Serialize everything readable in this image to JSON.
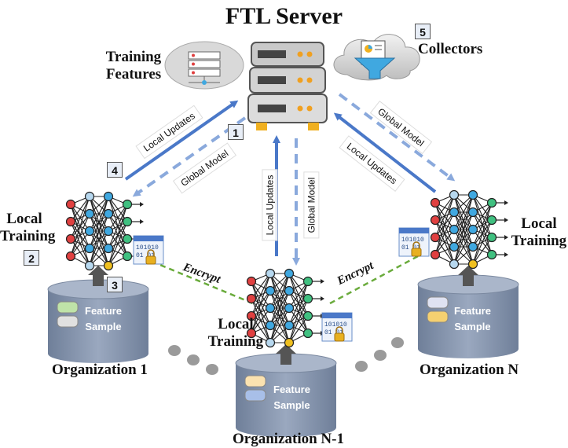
{
  "title": "FTL Server",
  "labels": {
    "training_features": "Training\nFeatures",
    "collectors": "Collectors",
    "local_training": "Local\nTraining",
    "local_updates": "Local Updates",
    "global_model": "Global Model",
    "encrypt": "Encrypt",
    "feature_sample": "Feature\nSample",
    "org1": "Organization 1",
    "orgN1": "Organization N-1",
    "orgN": "Organization N",
    "cipher": "101010\n01 01"
  },
  "steps": [
    "1",
    "2",
    "3",
    "4",
    "5"
  ],
  "colors": {
    "arrow_solid": "#4a78c8",
    "arrow_dashed": "#8aa9dc",
    "encrypt_line": "#6aab3c",
    "cylinder": "#8090aa",
    "server_body": "#d6d6d6",
    "lock": "#e8b020",
    "node_red": "#e04040",
    "node_blue": "#40a8e0",
    "node_green": "#40c080",
    "node_yellow": "#f0c020"
  }
}
